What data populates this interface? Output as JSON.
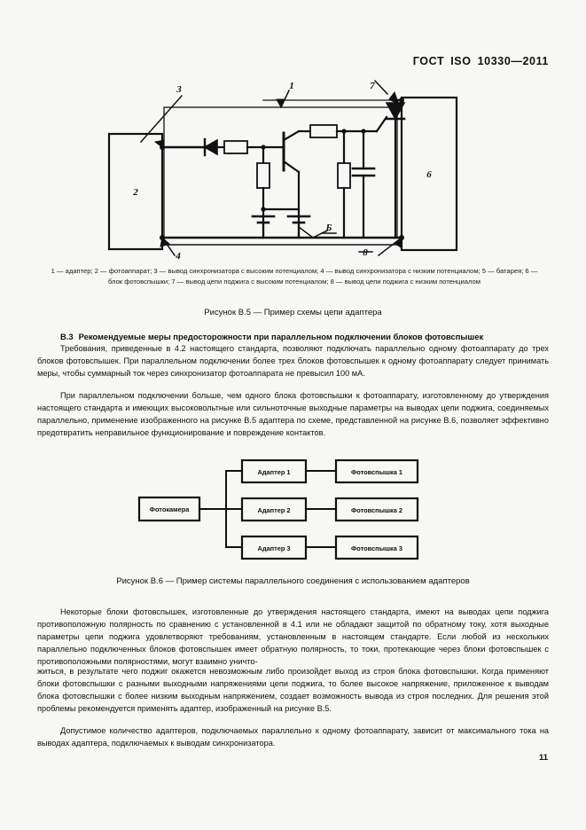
{
  "header": {
    "standard": "ГОСТ",
    "designation": "ISO",
    "number": "10330—2011"
  },
  "figure_b5": {
    "callouts": {
      "c1": "1",
      "c2": "2",
      "c3": "3",
      "c4": "4",
      "c5": "5",
      "c6": "6",
      "c7": "7",
      "c8": "8",
      "battery_cyrillic": "Б",
      "block2": "2",
      "block6": "6"
    },
    "legend": "1 — адаптер; 2 — фотоаппарат; 3 — вывод синхронизатора с высоким потенциалом; 4 — вывод синхронизатора с низким потенциалом; 5 — батарея; 6 — блок фотовспышки; 7 — вывод цепи поджига с высоким потенциалом; 8 — вывод цепи поджига с низким потенциалом",
    "caption": "Рисунок  В.5 — Пример схемы цепи адаптера"
  },
  "section": {
    "number": "В.3",
    "title": "Рекомендуемые меры предосторожности при параллельном подключении блоков фотовспышек"
  },
  "paragraphs": {
    "p1": "Требования, приведенные в 4.2 настоящего стандарта, позволяют подключать параллельно одному фотоаппарату до трех блоков фотовспышек. При параллельном подключении более трех блоков фотовспышек к одному фотоаппарату следует принимать меры, чтобы суммарный ток через синхронизатор фотоаппарата не превысил 100 мА.",
    "p2": "При параллельном подключении больше, чем одного блока фотовспышки к фотоаппарату, изготовленному до утверждения настоящего стандарта и имеющих высоковольтные или сильноточные выходные параметры на выводах цепи поджига, соединяемых параллельно, применение изображенного на рисунке В.5 адаптера по схеме, представленной на рисунке В.6, позволяет эффективно предотвратить неправильное функционирование и повреждение контактов.",
    "p3": "Некоторые блоки фотовспышек, изготовленные до утверждения настоящего стандарта, имеют на выводах цепи поджига противоположную полярность по сравнению с установленной в 4.1 или не обладают защитой по обратному току, хотя выходные параметры цепи поджига удовлетворяют требованиям, установленным в настоящем стандарте. Если любой из нескольких параллельно подключенных блоков фотовспышек имеет обратную полярность, то токи, протекающие через блоки фотовспышек с противоположными полярностями, могут взаимно уничто-",
    "p4": "житься, в результате чего поджиг окажется невозможным либо произойдет выход из строя блока фотовспышки. Когда применяют блоки фотовспышки с разными выходными напряжениями цепи поджига, то более высокое напряжение, приложенное к выводам блока фотовспышки с более низким выходным напряжением, создает возможность вывода из строя последних. Для решения этой проблемы рекомендуется применять адаптер, изображенный на рисунке В.5.",
    "p5": "Допустимое количество адаптеров, подключаемых параллельно к одному фотоаппарату, зависит от максимального тока на выводах адаптера, подключаемых к выводам синхронизатора."
  },
  "figure_b6": {
    "camera": "Фотокамера",
    "adapters": [
      "Адаптер 1",
      "Адаптер 2",
      "Адаптер 3"
    ],
    "flashes": [
      "Фотовспышка 1",
      "Фотовспышка 2",
      "Фотовспышка 3"
    ],
    "caption": "Рисунок  В.6 — Пример системы параллельного соединения с использованием адаптеров"
  },
  "page_number": "11",
  "colors": {
    "ink": "#111111",
    "paper": "#f7f7f5"
  }
}
